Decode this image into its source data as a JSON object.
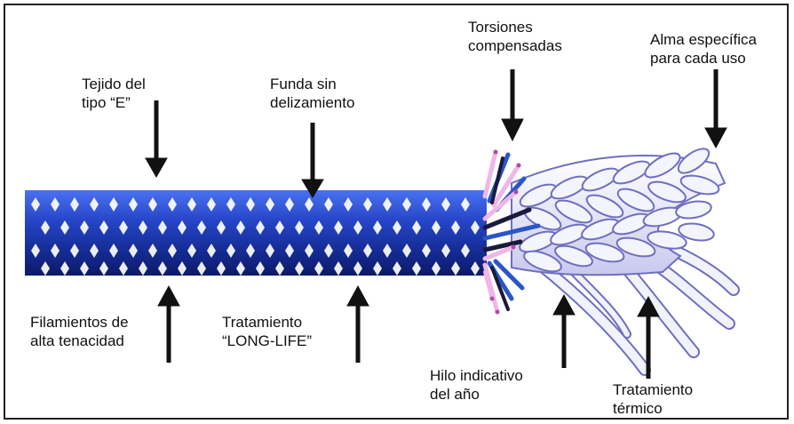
{
  "labels": {
    "tejido": {
      "line1": "Tejido del",
      "line2": "tipo “E”"
    },
    "funda": {
      "line1": "Funda sin",
      "line2": "delizamiento"
    },
    "torsiones": {
      "line1": "Torsiones",
      "line2": "compensadas"
    },
    "alma": {
      "line1": "Alma específica",
      "line2": "para cada uso"
    },
    "filamientos": {
      "line1": "Filamientos de",
      "line2": "alta tenacidad"
    },
    "tratamiento_ll": {
      "line1": "Tratamiento",
      "line2": "“LONG-LIFE”"
    },
    "hilo": {
      "line1": "Hilo indicativo",
      "line2": "del año"
    },
    "tratamiento_t": {
      "line1": "Tratamiento",
      "line2": "térmico"
    }
  },
  "colors": {
    "sheath_top": "#3a5ee0",
    "sheath_mid": "#1f37b8",
    "sheath_bottom": "#0f1f7a",
    "diamond": "#ffffff",
    "core_fill": "#eeeefb",
    "core_stroke": "#6f6fc0",
    "yarn_pink": "#f0b6e6",
    "yarn_blue": "#2a56c8",
    "yarn_dark": "#1a1a3a",
    "arrow": "#111111"
  }
}
